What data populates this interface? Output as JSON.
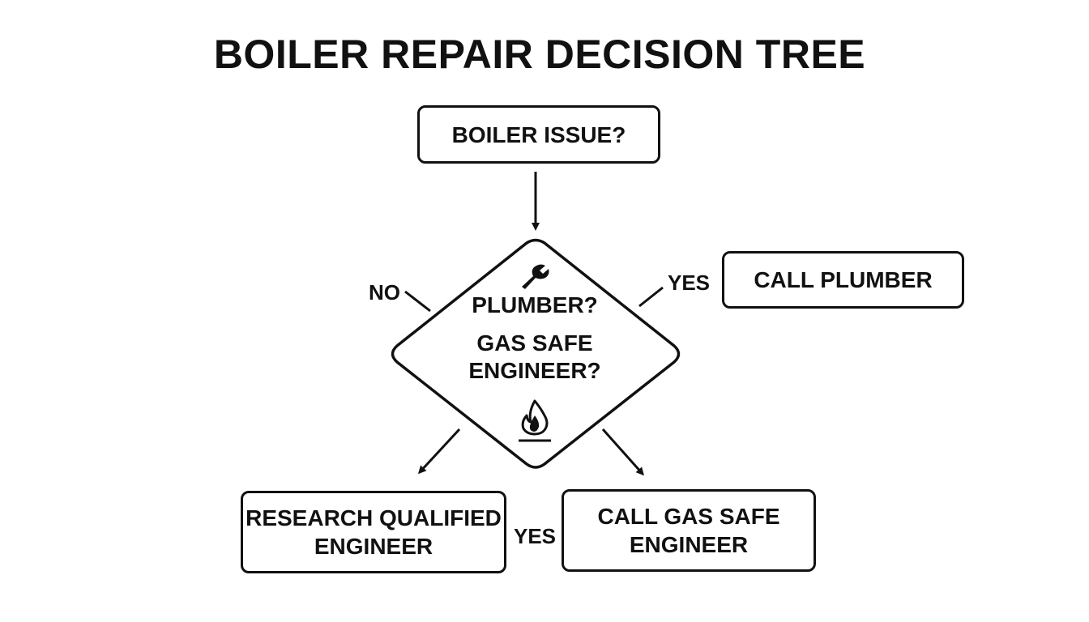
{
  "title": "BOILER REPAIR DECISION TREE",
  "nodes": {
    "start": "BOILER ISSUE?",
    "decision_line1": "PLUMBER?",
    "decision_line2a": "GAS SAFE",
    "decision_line2b": "ENGINEER?",
    "call_plumber": "CALL PLUMBER",
    "research_a": "RESEARCH QUALIFIED",
    "research_b": "ENGINEER",
    "call_gas_a": "CALL GAS SAFE",
    "call_gas_b": "ENGINEER"
  },
  "edges": {
    "no_label": "NO",
    "yes_right_label": "YES",
    "yes_bottom_label": "YES"
  },
  "icons": {
    "wrench": "wrench-icon",
    "flame": "flame-icon"
  },
  "colors": {
    "stroke": "#111111",
    "background": "#ffffff"
  }
}
